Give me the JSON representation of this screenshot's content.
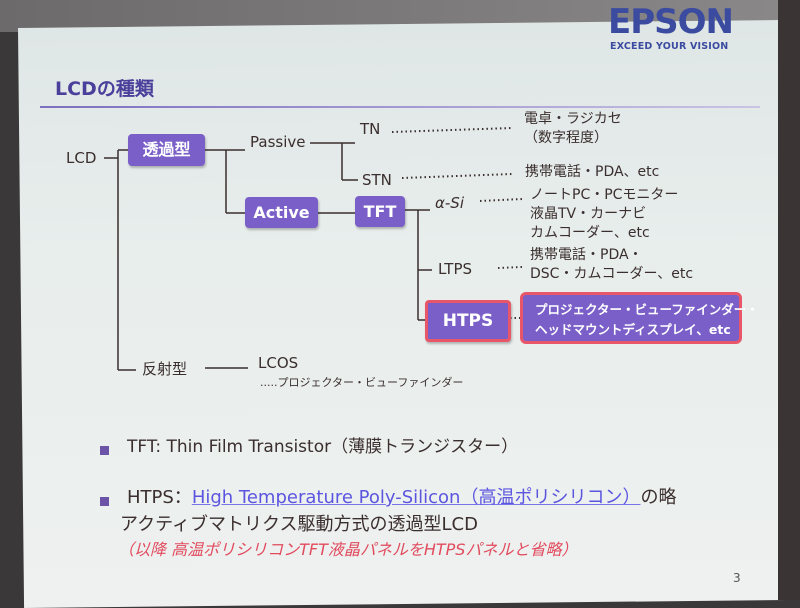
{
  "logo": {
    "brand": "EPSON",
    "tagline": "EXCEED YOUR VISION"
  },
  "title": "LCDの種類",
  "tree": {
    "root": "LCD",
    "transmissive": "透過型",
    "passive": "Passive",
    "tn": "TN",
    "stn": "STN",
    "active": "Active",
    "tft": "TFT",
    "asi": "α-Si",
    "ltps": "LTPS",
    "htps": "HTPS",
    "reflective": "反射型",
    "lcos": "LCOS"
  },
  "uses": {
    "tn": [
      "電卓・ラジカセ",
      "（数字程度）"
    ],
    "stn": "携帯電話・PDA、etc",
    "asi": [
      "ノートPC・PCモニター",
      "液晶TV・カーナビ",
      "カムコーダー、etc"
    ],
    "ltps": [
      "携帯電話・PDA・",
      "DSC・カムコーダー、etc"
    ],
    "htps": [
      "プロジェクター・ビューファインダー・",
      "ヘッドマウントディスプレイ、etc"
    ],
    "lcos": ".....プロジェクター・ビューファインダー"
  },
  "notes": {
    "tft": "TFT: Thin Film Transistor（薄膜トランジスター）",
    "htps_prefix": "HTPS：",
    "htps_link": "High Temperature Poly-Silicon（高温ポリシリコン）",
    "htps_suffix": "の略",
    "htps_line2": "アクティブマトリクス駆動方式の透過型LCD",
    "htps_line3": "（以降  高温ポリシリコンTFT液晶パネルをHTPSパネルと省略）"
  },
  "page_number": "3",
  "colors": {
    "box": "#7b5fc8",
    "highlight_border": "#e8566a",
    "brand": "#3b4ba0",
    "note_red": "#e24a5e"
  }
}
